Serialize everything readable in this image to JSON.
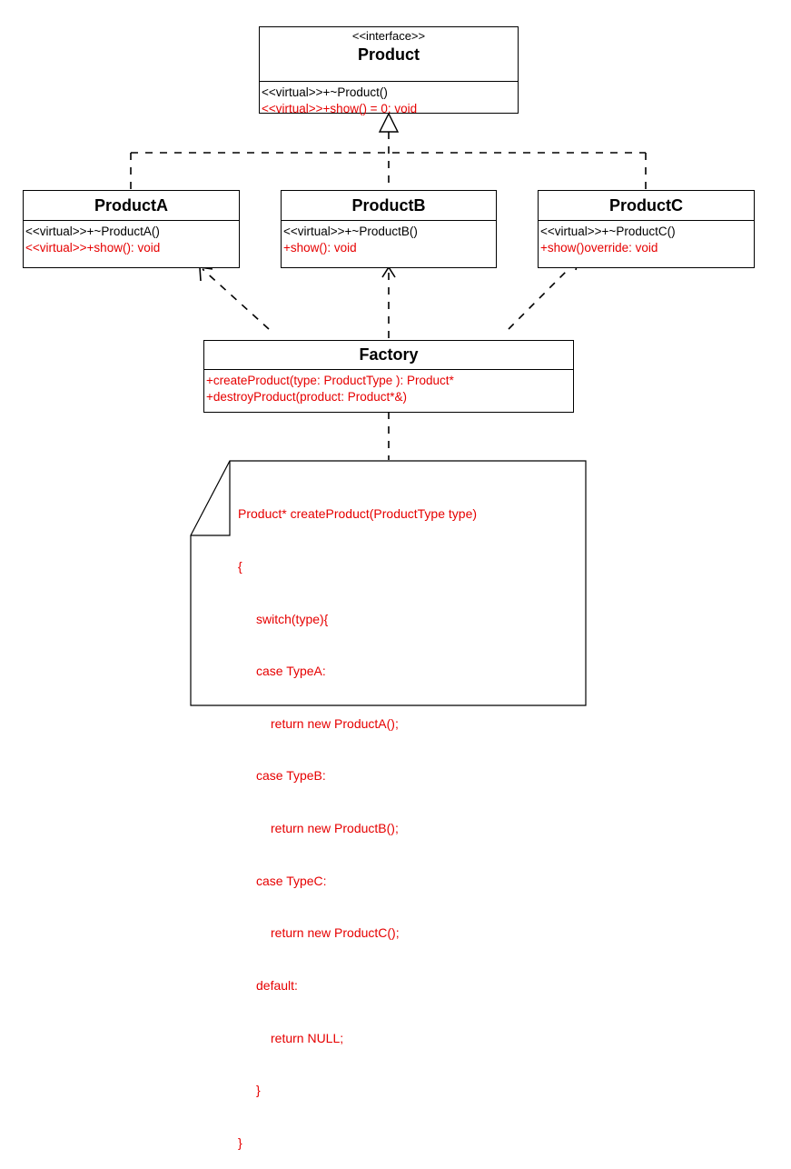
{
  "product": {
    "stereotype": "<<interface>>",
    "name": "Product",
    "ops": [
      {
        "text": "<<virtual>>+~Product()",
        "color": "#000000"
      },
      {
        "text": "<<virtual>>+show() = 0: void",
        "color": "#e60000"
      }
    ]
  },
  "product_a": {
    "name": "ProductA",
    "ops": [
      {
        "text": "<<virtual>>+~ProductA()",
        "color": "#000000"
      },
      {
        "text": "<<virtual>>+show(): void",
        "color": "#e60000"
      }
    ]
  },
  "product_b": {
    "name": "ProductB",
    "ops": [
      {
        "text": "<<virtual>>+~ProductB()",
        "color": "#000000"
      },
      {
        "text": "+show(): void",
        "color": "#e60000"
      }
    ]
  },
  "product_c": {
    "name": "ProductC",
    "ops": [
      {
        "text": "<<virtual>>+~ProductC()",
        "color": "#000000"
      },
      {
        "text": "+show()override: void",
        "color": "#e60000"
      }
    ]
  },
  "factory": {
    "name": "Factory",
    "ops": [
      {
        "text": "+createProduct(type: ProductType ): Product*",
        "color": "#e60000"
      },
      {
        "text": "+destroyProduct(product: Product*&)",
        "color": "#e60000"
      }
    ]
  },
  "note": {
    "lines": [
      "Product* createProduct(ProductType type)",
      "{",
      "    switch(type){",
      "    case TypeA:",
      "       return new ProductA();",
      "    case TypeB:",
      "       return new ProductB();",
      "    case TypeC:",
      "       return new ProductC();",
      "    default:",
      "       return NULL;",
      "    }",
      "}"
    ]
  }
}
